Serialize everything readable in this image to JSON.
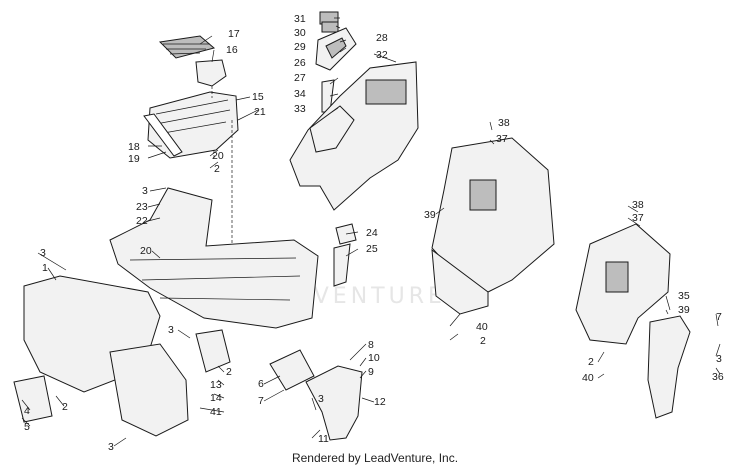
{
  "watermark": "LEADVENTURE",
  "credit": "Rendered by LeadVenture, Inc.",
  "callouts": {
    "c17": "17",
    "c16": "16",
    "c15": "15",
    "c21": "21",
    "c18": "18",
    "c19": "19",
    "c20a": "20",
    "c2a": "2",
    "c31": "31",
    "c30": "30",
    "c29": "29",
    "c28": "28",
    "c26": "26",
    "c32": "32",
    "c27": "27",
    "c34": "34",
    "c33": "33",
    "c38a": "38",
    "c37a": "37",
    "c39a": "39",
    "c40a": "40",
    "c2b": "2",
    "c3a": "3",
    "c23": "23",
    "c22": "22",
    "c20b": "20",
    "c24": "24",
    "c25": "25",
    "c3b": "3",
    "c1": "1",
    "c38b": "38",
    "c37b": "37",
    "c35": "35",
    "c39b": "39",
    "c7a": "7",
    "c3c": "3",
    "c36": "36",
    "c2c": "2",
    "c40b": "40",
    "c3d": "3",
    "c2d": "2",
    "c13": "13",
    "c14": "14",
    "c41": "41",
    "c8": "8",
    "c10": "10",
    "c9": "9",
    "c12": "12",
    "c6": "6",
    "c7b": "7",
    "c3e": "3",
    "c11": "11",
    "c4": "4",
    "c5": "5",
    "c2e": "2",
    "c3f": "3"
  }
}
